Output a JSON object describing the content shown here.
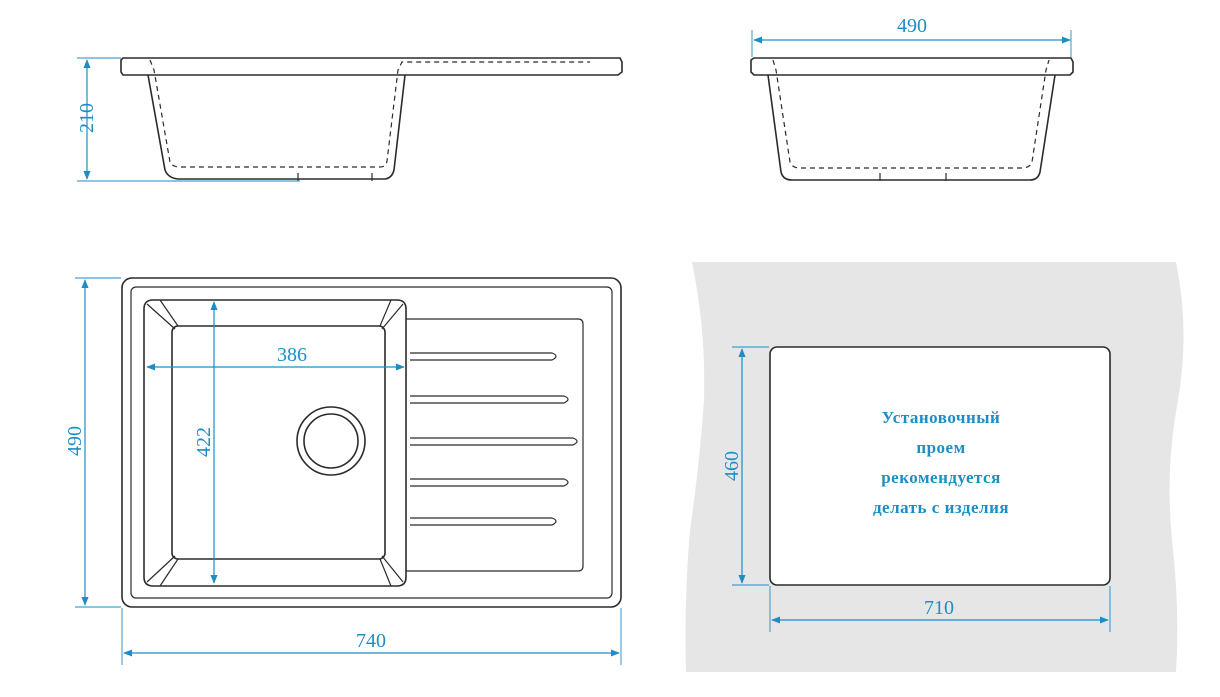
{
  "colors": {
    "dimension": "#1b8ec6",
    "outline": "#2b2b2b",
    "countertop": "#e6e6e6",
    "cutout_fill": "#ffffff"
  },
  "side_view": {
    "height_label": "210"
  },
  "front_view": {
    "width_label": "490"
  },
  "top_view": {
    "height_label": "490",
    "width_label": "740",
    "bowl_width_label": "386",
    "bowl_height_label": "422"
  },
  "cutout": {
    "height_label": "460",
    "width_label": "710",
    "note_lines": [
      "Установочный",
      "проем",
      "рекомендуется",
      "делать с изделия"
    ]
  }
}
